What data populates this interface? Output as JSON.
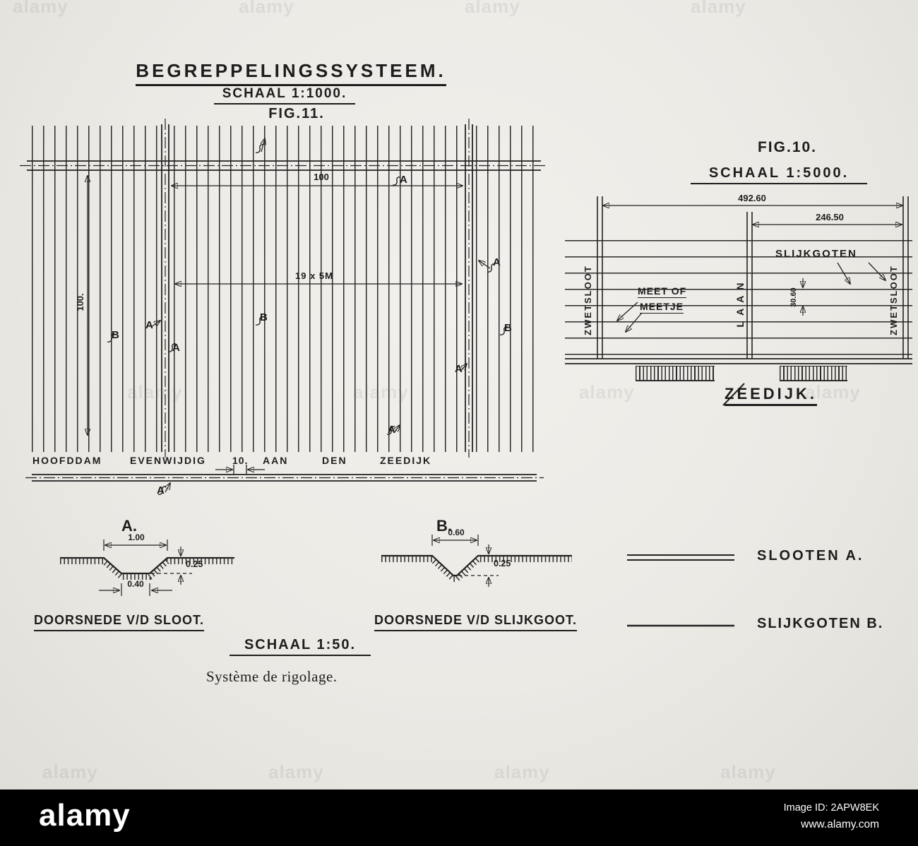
{
  "title": {
    "main": "BEGREPPELINGSSYSTEEM.",
    "scale": "SCHAAL 1:1000.",
    "fig": "FIG.11."
  },
  "fig11": {
    "dim_top": "100",
    "dim_mid": "19 x 5M",
    "dim_left": "100.",
    "label_a": "A",
    "label_b": "B",
    "bottom_words": [
      "HOOFDDAM",
      "EVENWIJDIG",
      "10.",
      "AAN",
      "DEN",
      "ZEEDIJK"
    ]
  },
  "fig10": {
    "fig": "FIG.10.",
    "scale": "SCHAAL 1:5000.",
    "dim_total": "492.60",
    "dim_right": "246.50",
    "dim_height": "30.60",
    "slijkgoten": "SLIJKGOTEN",
    "meet_of": "MEET OF",
    "meetje": "MEETJE",
    "laan": "LAAN",
    "zwetsloot": "ZWETSLOOT",
    "zeedijk": "ZEEDIJK."
  },
  "section_a": {
    "title": "A.",
    "dim_width": "1.00",
    "dim_depth": "0.25",
    "dim_bottom": "0.40",
    "caption": "DOORSNEDE V/D SLOOT."
  },
  "section_b": {
    "title": "B.",
    "dim_width": "0.60",
    "dim_depth": "0.25",
    "caption": "DOORSNEDE V/D SLIJKGOOT."
  },
  "footer_captions": {
    "scale": "SCHAAL 1:50.",
    "french": "Système de rigolage."
  },
  "legend": {
    "slooten": "SLOOTEN A.",
    "slijkgoten": "SLIJKGOTEN B."
  },
  "watermark": "alamy",
  "banner": {
    "logo": "alamy",
    "image_id": "Image ID: 2APW8EK",
    "url": "www.alamy.com"
  }
}
